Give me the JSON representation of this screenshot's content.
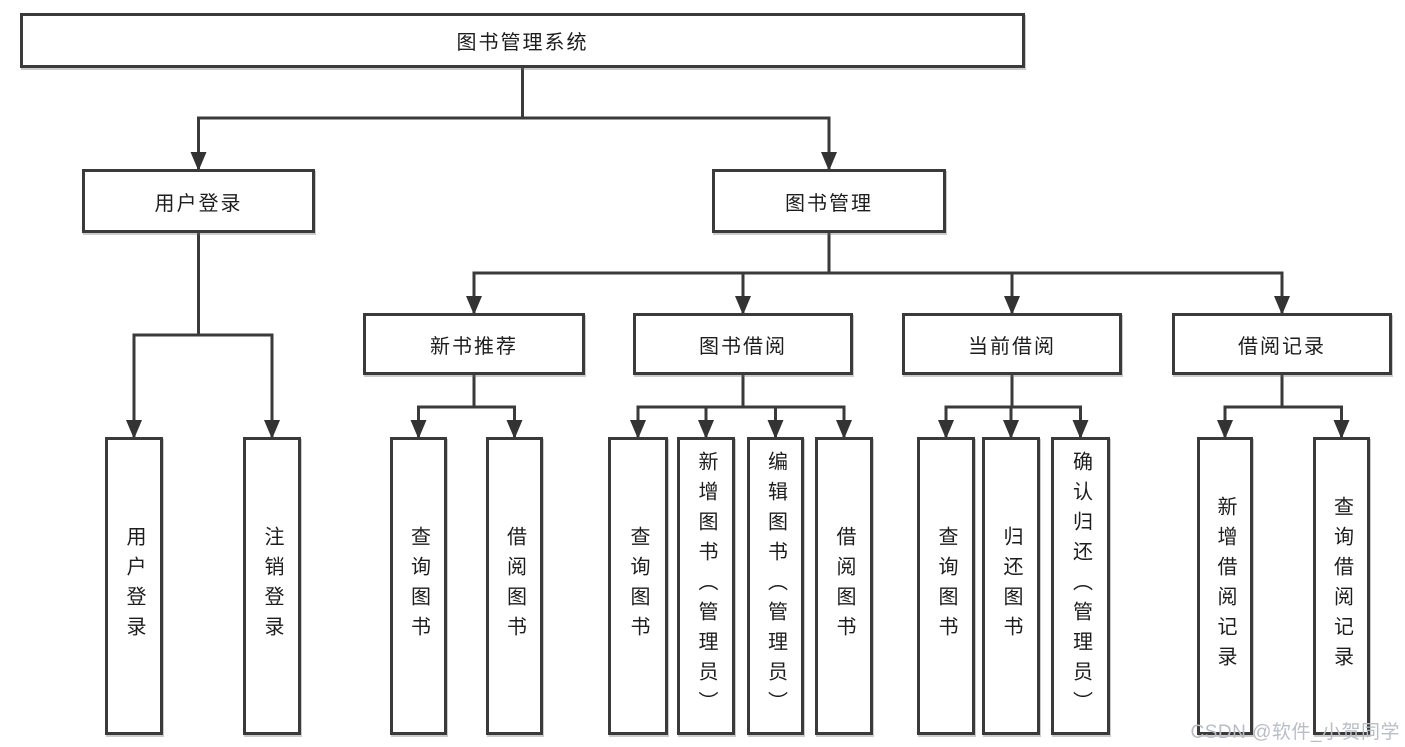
{
  "diagram": {
    "nodes": [
      {
        "id": "root",
        "label": "图书管理系统",
        "parent": null
      },
      {
        "id": "user-login",
        "label": "用户登录",
        "parent": "root"
      },
      {
        "id": "book-mgmt",
        "label": "图书管理",
        "parent": "root"
      },
      {
        "id": "new-book-rec",
        "label": "新书推荐",
        "parent": "book-mgmt"
      },
      {
        "id": "book-borrow",
        "label": "图书借阅",
        "parent": "book-mgmt"
      },
      {
        "id": "current-borrow",
        "label": "当前借阅",
        "parent": "book-mgmt"
      },
      {
        "id": "borrow-records",
        "label": "借阅记录",
        "parent": "book-mgmt"
      },
      {
        "id": "leaf-user-login",
        "label": "用户登录",
        "parent": "user-login"
      },
      {
        "id": "leaf-logout",
        "label": "注销登录",
        "parent": "user-login"
      },
      {
        "id": "leaf-query-books-1",
        "label": "查询图书",
        "parent": "new-book-rec"
      },
      {
        "id": "leaf-borrow-books-1",
        "label": "借阅图书",
        "parent": "new-book-rec"
      },
      {
        "id": "leaf-query-books-2",
        "label": "查询图书",
        "parent": "book-borrow"
      },
      {
        "id": "leaf-add-book",
        "label": "新增图书（管理员）",
        "parent": "book-borrow"
      },
      {
        "id": "leaf-edit-book",
        "label": "编辑图书（管理员）",
        "parent": "book-borrow"
      },
      {
        "id": "leaf-borrow-books-2",
        "label": "借阅图书",
        "parent": "book-borrow"
      },
      {
        "id": "leaf-query-books-3",
        "label": "查询图书",
        "parent": "current-borrow"
      },
      {
        "id": "leaf-return-book",
        "label": "归还图书",
        "parent": "current-borrow"
      },
      {
        "id": "leaf-confirm-return",
        "label": "确认归还（管理员）",
        "parent": "current-borrow"
      },
      {
        "id": "leaf-add-borrow-record",
        "label": "新增借阅记录",
        "parent": "borrow-records"
      },
      {
        "id": "leaf-query-borrow-record",
        "label": "查询借阅记录",
        "parent": "borrow-records"
      }
    ]
  },
  "watermark": "CSDN @软件_小贺同学",
  "colors": {
    "line": "#3a3a3a",
    "arrow": "#333333",
    "box_border": "#3a3a3a",
    "text": "#1d1d1d",
    "watermark": "#b9bec6",
    "background": "#ffffff"
  }
}
